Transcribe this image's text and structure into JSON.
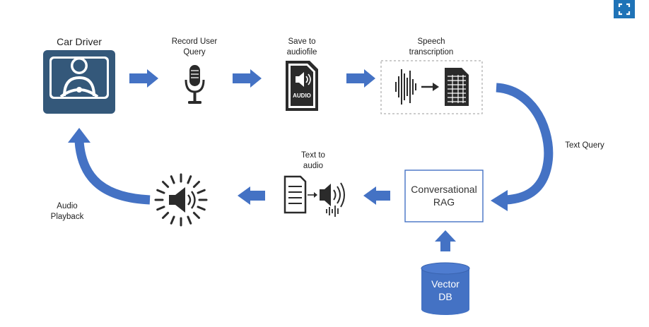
{
  "nodes": {
    "car_driver": "Car Driver",
    "record_query": [
      "Record User",
      "Query"
    ],
    "save_audio": [
      "Save to",
      "audiofile"
    ],
    "audio_badge": "AUDIO",
    "speech_transcription": [
      "Speech",
      "transcription"
    ],
    "conversational_rag": [
      "Conversational",
      "RAG"
    ],
    "vector_db": [
      "Vector",
      "DB"
    ],
    "text_to_audio": [
      "Text to",
      "audio"
    ]
  },
  "edges": {
    "text_query": "Text Query",
    "audio_playback": [
      "Audio",
      "Playback"
    ]
  },
  "icons": {
    "fullscreen": "fullscreen-icon",
    "driver": "car-driver-icon",
    "microphone": "microphone-icon",
    "audio_file": "audio-file-icon",
    "waveform": "waveform-icon",
    "document": "document-icon",
    "speaker": "speaker-icon"
  },
  "colors": {
    "primary_blue": "#4472c4",
    "dark_teal": "#34587a",
    "icon_dark": "#2b2b2b",
    "fullscreen_button": "#1f73b7"
  }
}
